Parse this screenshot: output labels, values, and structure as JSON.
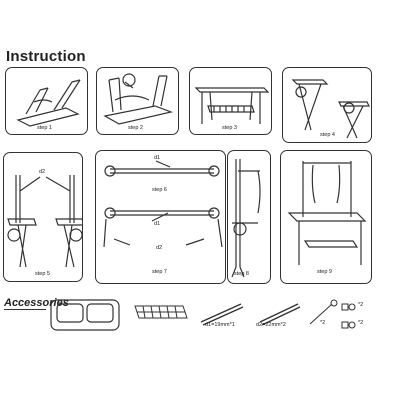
{
  "title": "Instruction",
  "steps": [
    {
      "label": "step 1"
    },
    {
      "label": "step 2"
    },
    {
      "label": "step 3"
    },
    {
      "label": "step 4"
    },
    {
      "label": "step 5"
    },
    {
      "label": "step 6"
    },
    {
      "label": "step 7"
    },
    {
      "label": "step 8"
    },
    {
      "label": "step 9"
    }
  ],
  "dimensions": {
    "step5_d2": "d2",
    "step6_d1": "d1",
    "step7_d1": "d1",
    "step7_d2": "d2"
  },
  "accessories": {
    "title": "Accessories",
    "items": [
      {
        "name": "grooming-tray",
        "label": ""
      },
      {
        "name": "wire-shelf",
        "label": ""
      },
      {
        "name": "tube-d1",
        "label": "d1=19mm*1"
      },
      {
        "name": "tube-d2",
        "label": "d2=22mm*2"
      },
      {
        "name": "loop-leash",
        "label": "*2"
      },
      {
        "name": "clamp-a",
        "label": "*2"
      },
      {
        "name": "clamp-b",
        "label": "*2"
      }
    ]
  }
}
